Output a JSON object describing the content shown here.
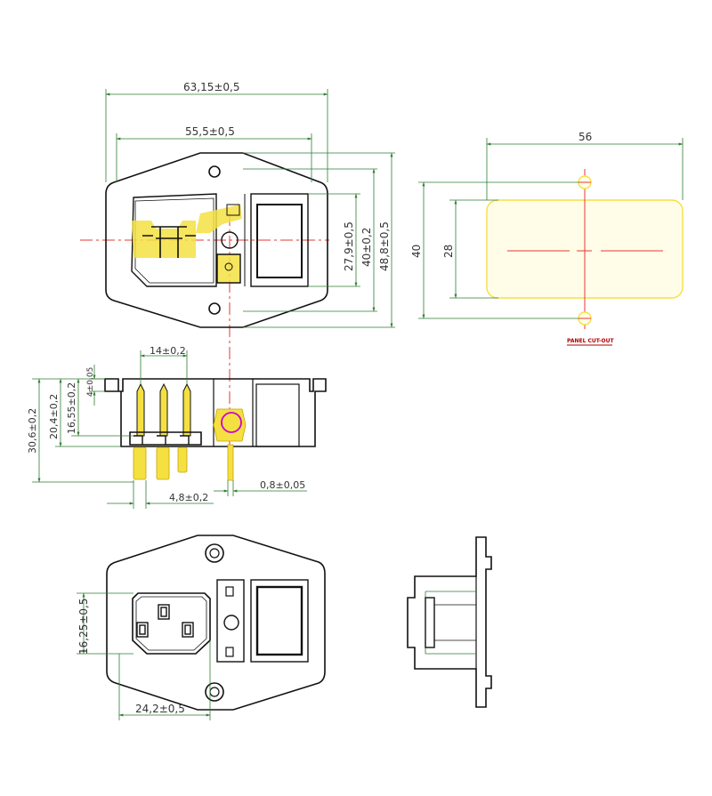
{
  "colors": {
    "outline": "#111111",
    "dimension": "#2e7d32",
    "center": "#e53935",
    "highlight": "#f5e042",
    "magenta": "#cc00cc"
  },
  "top_view": {
    "dim_overall_width": "63,15±0,5",
    "dim_body_width": "55,5±0,5",
    "dim_window_height": "27,9±0,5",
    "dim_body_height": "40±0,2",
    "dim_overall_height": "48,8±0,5"
  },
  "panel_cutout": {
    "dim_width": "56",
    "dim_overall_height": "40",
    "dim_height": "28",
    "label": "PANEL CUT-OUT"
  },
  "side_view": {
    "dim_pin_spacing": "14±0,2",
    "dim_flange": "4±0,05",
    "dim_pin_height": "16,55±0,2",
    "dim_body_height": "20,4±0,2",
    "dim_total_height": "30,6±0,2",
    "dim_terminal_width": "4,8±0,2",
    "dim_terminal_thickness": "0,8±0,05"
  },
  "front_view": {
    "dim_inlet_height": "16,25±0,5",
    "dim_inlet_width": "24,2±0,5"
  }
}
